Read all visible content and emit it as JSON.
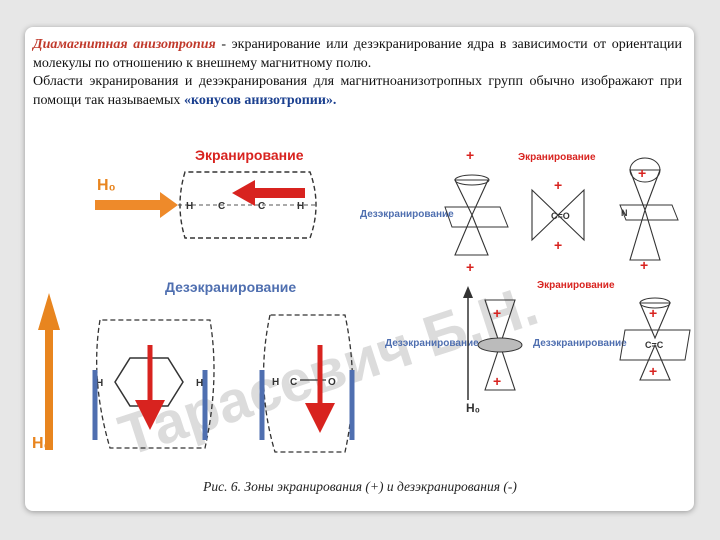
{
  "paragraph1": {
    "term": "Диамагнитная анизотропия",
    "rest": " - экранирование или дезэкранирование ядра в зависимости от ориентации молекулы по отношению к внешнему магнитному полю."
  },
  "paragraph2": {
    "lead": "Области экранирования и дезэкранирования для магнитноанизотропных групп обычно изображают при помощи так называемых ",
    "highlight": "«конусов анизотропии».",
    "tail": ""
  },
  "figure_left": {
    "shielding_label": "Экранирование",
    "deshielding_label": "Дезэкранирование",
    "field_label": "H₀",
    "field_label_vertical": "H₀",
    "molecule_atoms": [
      "H",
      "C",
      "C",
      "H"
    ],
    "benzene_h_left": "H",
    "benzene_h_right": "H",
    "carbonyl_h": "H",
    "carbonyl_c": "C",
    "carbonyl_o": "O"
  },
  "figure_right": {
    "plus": "+",
    "minus": "–",
    "shielding_label": "Экранирование",
    "deshielding_label": "Дезэкранирование",
    "field_label": "H₀",
    "carbonyl_label": "C=O",
    "nitro_label": "N",
    "alkene_label": "C=C"
  },
  "watermark": "Тарасевич Б.Н.",
  "caption": "Рис. 6. Зоны экранирования (+) и дезэкранирования (-)"
}
